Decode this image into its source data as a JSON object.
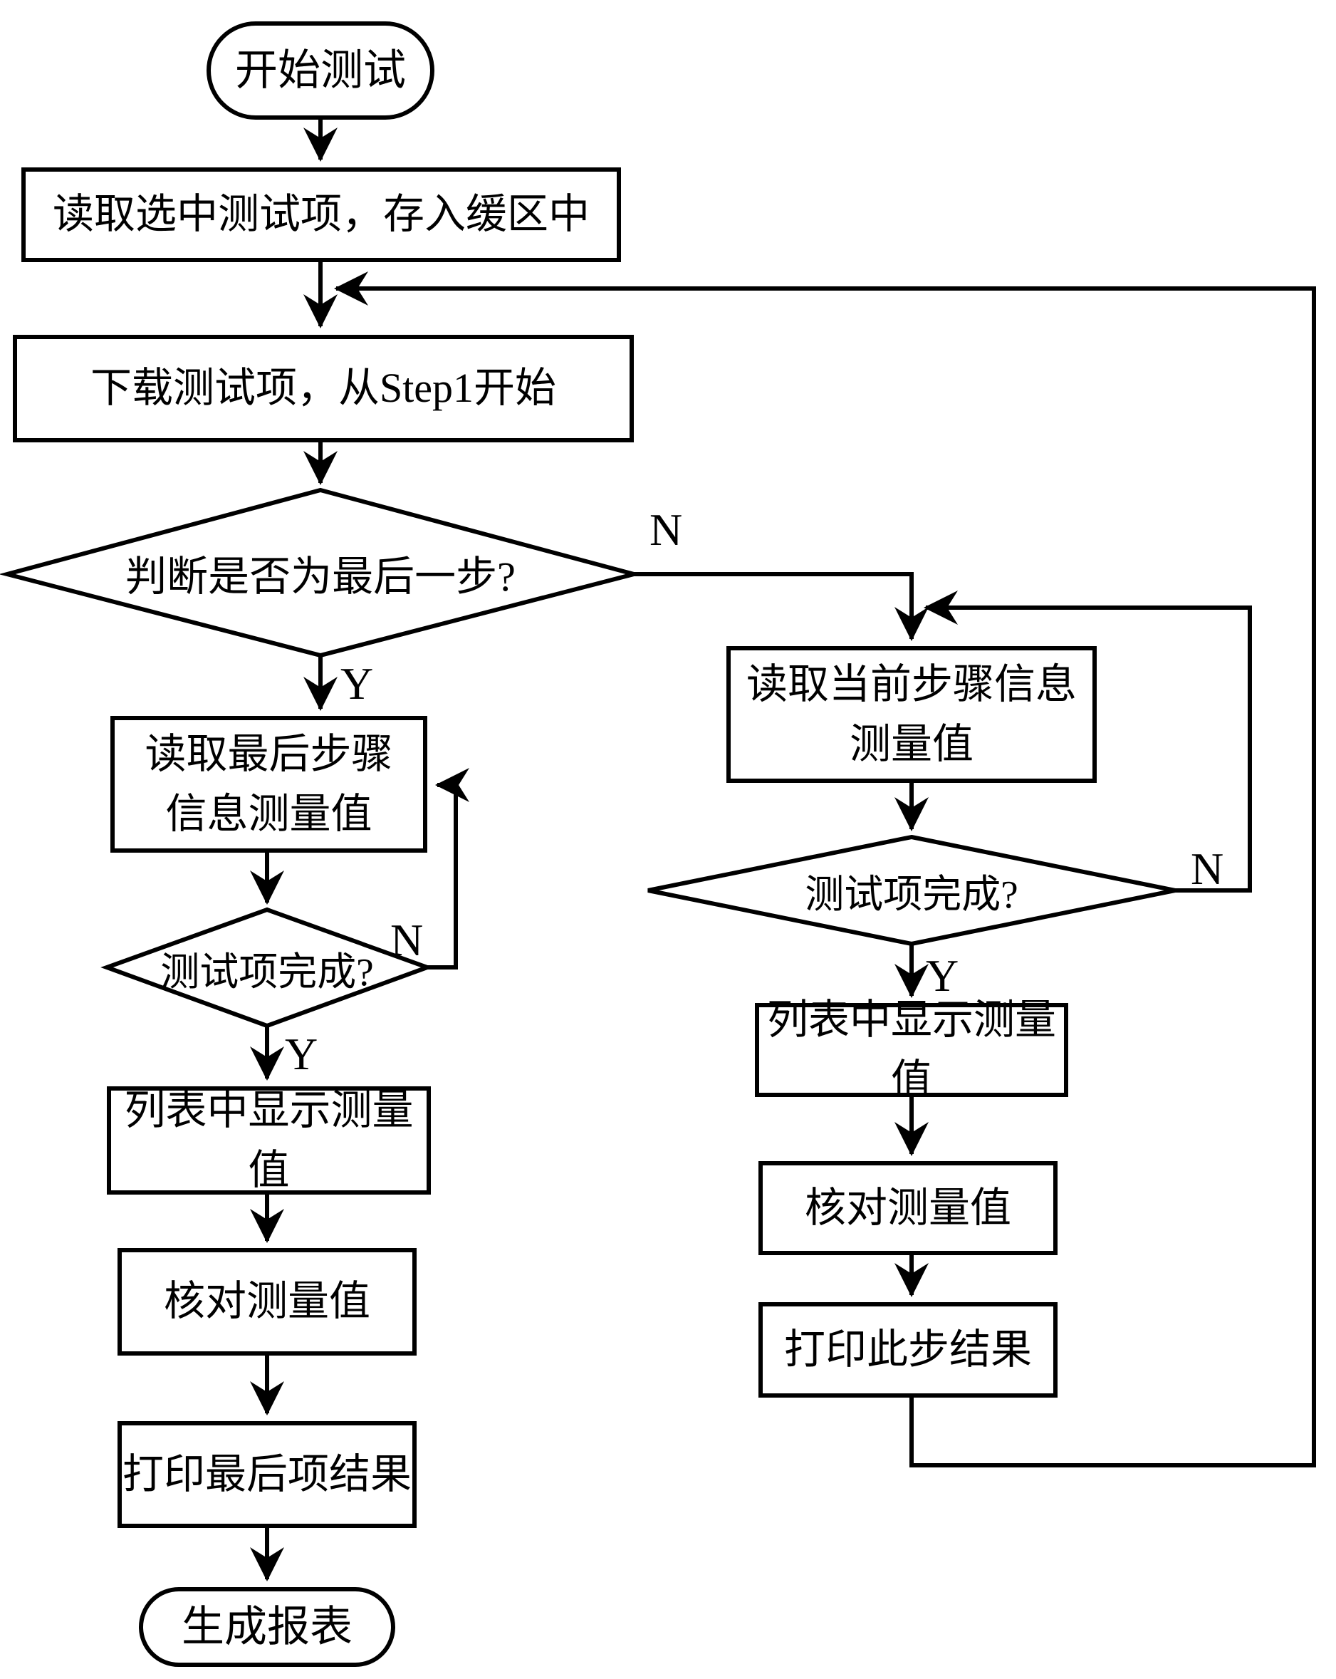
{
  "colors": {
    "ink": "#000000",
    "background": "#ffffff"
  },
  "nodes": {
    "start": {
      "label": "开始测试",
      "shape": "terminal"
    },
    "read_selected": {
      "label": "读取选中测试项，存入缓区中",
      "shape": "process"
    },
    "download": {
      "label": "下载测试项，从Step1开始",
      "shape": "process"
    },
    "is_last_step": {
      "label": "判断是否为最后一步?",
      "shape": "decision"
    },
    "read_last": {
      "label": "读取最后步骤\n信息测量值",
      "shape": "process"
    },
    "test_done_left": {
      "label": "测试项完成?",
      "shape": "decision"
    },
    "list_left": {
      "label": "列表中显示测量值",
      "shape": "process"
    },
    "verify_left": {
      "label": "核对测量值",
      "shape": "process"
    },
    "print_last": {
      "label": "打印最后项结果",
      "shape": "process"
    },
    "report": {
      "label": "生成报表",
      "shape": "terminal"
    },
    "read_current": {
      "label": "读取当前步骤信息\n测量值",
      "shape": "process"
    },
    "test_done_right": {
      "label": "测试项完成?",
      "shape": "decision"
    },
    "list_right": {
      "label": "列表中显示测量值",
      "shape": "process"
    },
    "verify_right": {
      "label": "核对测量值",
      "shape": "process"
    },
    "print_step": {
      "label": "打印此步结果",
      "shape": "process"
    }
  },
  "edge_labels": {
    "y_last": "Y",
    "n_last": "N",
    "y_left": "Y",
    "n_left": "N",
    "y_right": "Y",
    "n_right": "N"
  }
}
